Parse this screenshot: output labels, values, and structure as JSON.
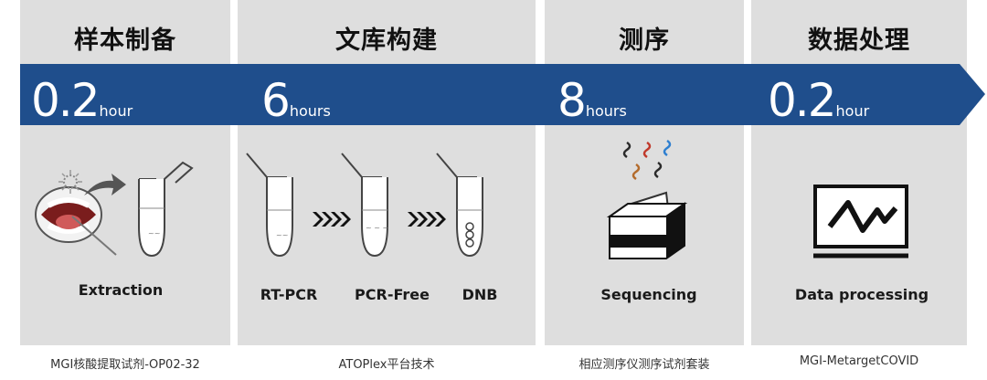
{
  "stages": [
    {
      "title": "样本制备",
      "time_value": "0.2",
      "time_unit": "hour",
      "steps": [
        "Extraction"
      ],
      "footer": "MGI核酸提取试剂-OP02-32"
    },
    {
      "title": "文库构建",
      "time_value": "6",
      "time_unit": "hours",
      "steps": [
        "RT-PCR",
        "PCR-Free",
        "DNB"
      ],
      "footer": "ATOPlex平台技术"
    },
    {
      "title": "测序",
      "time_value": "8",
      "time_unit": "hours",
      "steps": [
        "Sequencing"
      ],
      "footer": "相应测序仪测序试剂套装"
    },
    {
      "title": "数据处理",
      "time_value": "0.2",
      "time_unit": "hour",
      "steps": [
        "Data processing"
      ],
      "footer": "MGI-MetargetCOVID"
    }
  ],
  "colors": {
    "banner": "#1f4e8c",
    "panel": "#dedede",
    "text": "#111111"
  },
  "icons": [
    "mouth-swab-icon",
    "virus-icon",
    "arrow-icon",
    "tube-icon",
    "chevrons-icon",
    "dna-icon",
    "printer-icon",
    "monitor-icon"
  ]
}
